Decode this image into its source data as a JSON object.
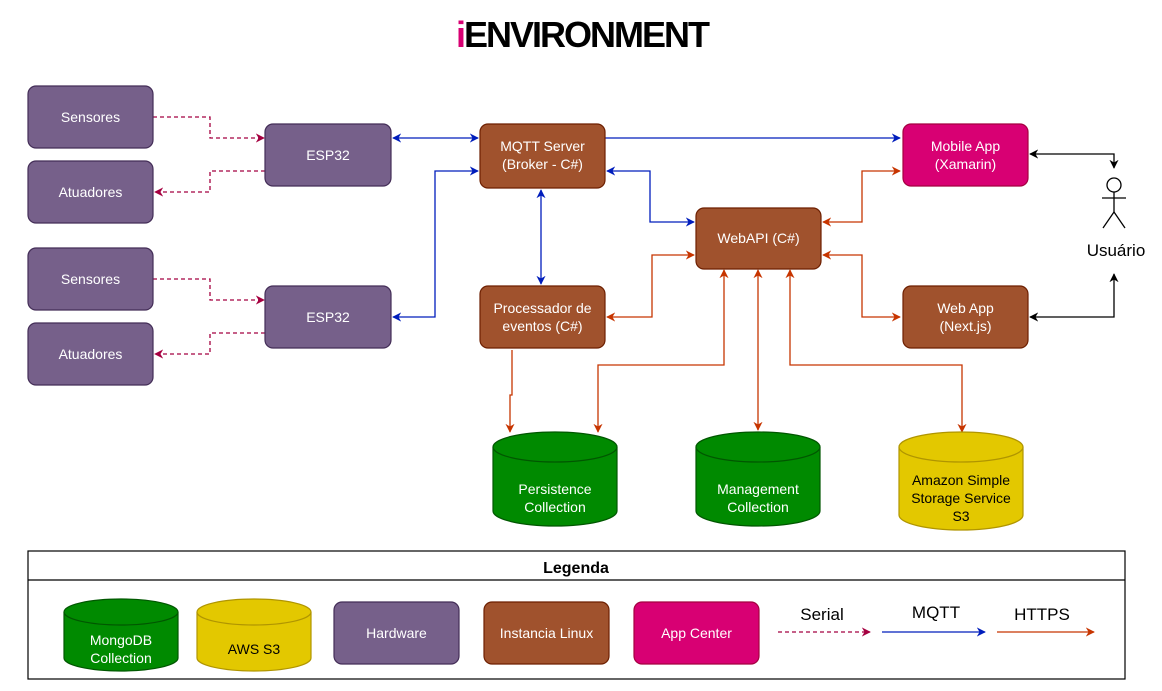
{
  "title": {
    "accent": "i",
    "main": "ENVIRONMENT"
  },
  "colors": {
    "hardware": "#76608a",
    "linux": "#a0522d",
    "app_center": "#d80073",
    "mongodb": "#008a00",
    "aws_s3": "#e3c800",
    "serial": "#a50040",
    "mqtt": "#001dbc",
    "https": "#c73500"
  },
  "nodes": {
    "sensores_1": "Sensores",
    "atuadores_1": "Atuadores",
    "sensores_2": "Sensores",
    "atuadores_2": "Atuadores",
    "esp32_1": "ESP32",
    "esp32_2": "ESP32",
    "mqtt_server": [
      "MQTT Server",
      "(Broker - C#)"
    ],
    "processador": [
      "Processador de",
      "eventos (C#)"
    ],
    "webapi": "WebAPI (C#)",
    "mobile_app": [
      "Mobile App",
      "(Xamarin)"
    ],
    "web_app": [
      "Web App",
      "(Next.js)"
    ],
    "persistence": [
      "Persistence",
      "Collection"
    ],
    "management": [
      "Management",
      "Collection"
    ],
    "s3": [
      "Amazon Simple",
      "Storage Service",
      "S3"
    ],
    "usuario": "Usuário",
    "usuario_icon": "stick-figure"
  },
  "legend": {
    "title": "Legenda",
    "mongodb": [
      "MongoDB",
      "Collection"
    ],
    "aws_s3": "AWS S3",
    "hardware": "Hardware",
    "linux": "Instancia Linux",
    "app_center": "App Center",
    "serial": "Serial",
    "mqtt": "MQTT",
    "https": "HTTPS"
  }
}
